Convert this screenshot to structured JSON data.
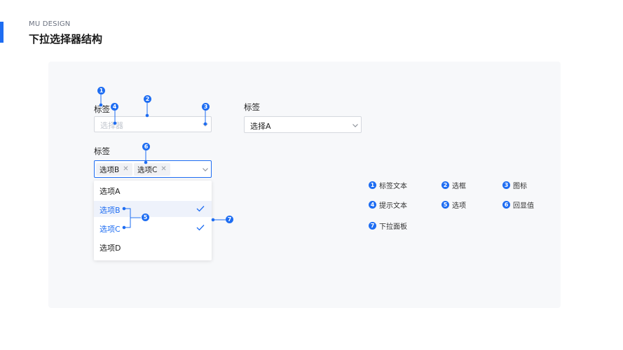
{
  "header": {
    "brand": "MU DESIGN",
    "title": "下拉选择器结构"
  },
  "colors": {
    "accent": "#1e6df2",
    "panel_bg": "#f7f8fa"
  },
  "select_annotated": {
    "label": "标签",
    "placeholder": "选择器",
    "icon": "chevron-down-icon"
  },
  "select_plain": {
    "label": "标签",
    "value": "选择A",
    "icon": "chevron-down-icon"
  },
  "multi_select": {
    "label": "标签",
    "tags": [
      {
        "label": "选项B"
      },
      {
        "label": "选项C"
      }
    ],
    "icon": "chevron-down-icon"
  },
  "dropdown": {
    "options": [
      {
        "label": "选项A",
        "selected": false
      },
      {
        "label": "选项B",
        "selected": true
      },
      {
        "label": "选项C",
        "selected": true
      },
      {
        "label": "选项D",
        "selected": false
      }
    ]
  },
  "markers": [
    "1",
    "2",
    "3",
    "4",
    "5",
    "6",
    "7"
  ],
  "legend": [
    {
      "num": "1",
      "label": "标签文本"
    },
    {
      "num": "2",
      "label": "选框"
    },
    {
      "num": "3",
      "label": "图标"
    },
    {
      "num": "4",
      "label": "提示文本"
    },
    {
      "num": "5",
      "label": "选项"
    },
    {
      "num": "6",
      "label": "回显值"
    },
    {
      "num": "7",
      "label": "下拉面板"
    }
  ]
}
